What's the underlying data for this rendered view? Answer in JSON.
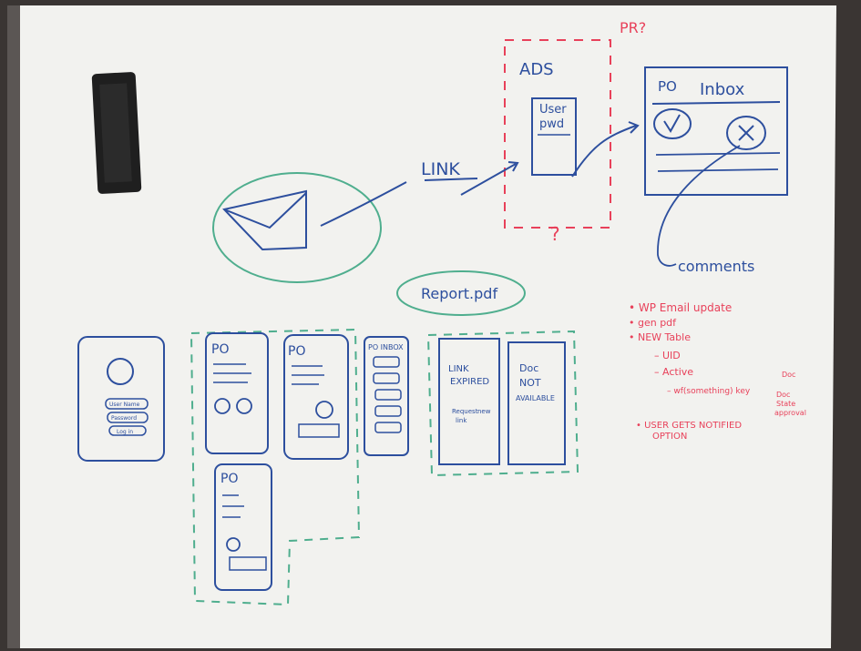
{
  "scene": {
    "description_colors": {
      "board": "#f2f2ef",
      "frame": "#3a3533",
      "blue_marker": "#2d4f9e",
      "green_marker": "#4fae8e",
      "red_marker": "#e8415a",
      "eraser": "#1f1f1f"
    }
  },
  "labels": {
    "pr": "PR?",
    "ads": "ADS",
    "user_pwd_1": "User",
    "user_pwd_2": "pwd",
    "question": "?",
    "po_inbox_po": "PO",
    "po_inbox_inbox": "Inbox",
    "link": "LINK",
    "comments": "comments",
    "report": "Report.pdf",
    "login_username": "User Name",
    "login_password": "Password",
    "login_button": "Log in",
    "po_a": "PO",
    "po_b": "PO",
    "po_c": "PO",
    "po_inbox_small": "PO INBOX",
    "link_expired_1": "LINK",
    "link_expired_2": "EXPIRED",
    "link_expired_3": "Request",
    "link_expired_4": "new",
    "link_expired_5": "link",
    "doc_na_1": "Doc",
    "doc_na_2": "NOT",
    "doc_na_3": "AVAILABLE",
    "notes": [
      "• WP Email update",
      "• gen pdf",
      "• NEW Table",
      "– UID",
      "– Active",
      "– wf(something) key",
      "• USER GETS NOTIFIED",
      "OPTION"
    ],
    "side_note_1": "Doc",
    "side_note_2": "Doc",
    "side_note_3": "State",
    "side_note_4": "approval"
  }
}
